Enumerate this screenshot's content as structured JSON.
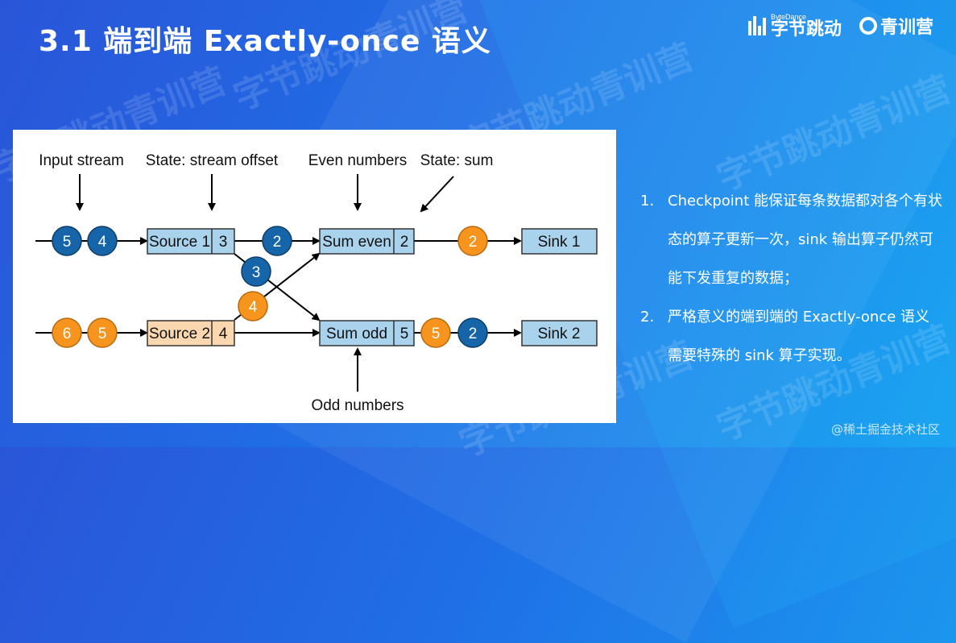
{
  "title": "3.1 端到端 Exactly-once 语义",
  "logos": {
    "bytedance_small": "ByteDance",
    "bytedance_cn": "字节跳动",
    "camp": "青训营"
  },
  "watermark_text": "字节跳动青训营",
  "diagram": {
    "labels": {
      "input_stream": "Input stream",
      "state_stream_offset": "State: stream offset",
      "even_numbers": "Even numbers",
      "state_sum": "State: sum",
      "odd_numbers": "Odd numbers"
    },
    "boxes": {
      "source1": {
        "label": "Source 1",
        "value": "3"
      },
      "source2": {
        "label": "Source 2",
        "value": "4"
      },
      "sum_even": {
        "label": "Sum even",
        "value": "2"
      },
      "sum_odd": {
        "label": "Sum odd",
        "value": "5"
      },
      "sink1": {
        "label": "Sink 1"
      },
      "sink2": {
        "label": "Sink 2"
      }
    },
    "circles": {
      "in1_a": "5",
      "in1_b": "4",
      "after_source1": "2",
      "cross_blue": "3",
      "cross_orange": "4",
      "out_even": "2",
      "in2_a": "6",
      "in2_b": "5",
      "out_odd_a": "5",
      "out_odd_b": "2"
    },
    "colors": {
      "blue_circle": "#1565a8",
      "orange_circle": "#f7941d",
      "box_blue_fill": "#a9d2ec",
      "box_orange_fill": "#fbd7b0"
    }
  },
  "points": [
    {
      "num": "1.",
      "text": "Checkpoint 能保证每条数据都对各个有状态的算子更新一次，sink 输出算子仍然可能下发重复的数据；"
    },
    {
      "num": "2.",
      "text": "严格意义的端到端的 Exactly-once 语义需要特殊的 sink 算子实现。"
    }
  ],
  "footer": "@稀土掘金技术社区"
}
